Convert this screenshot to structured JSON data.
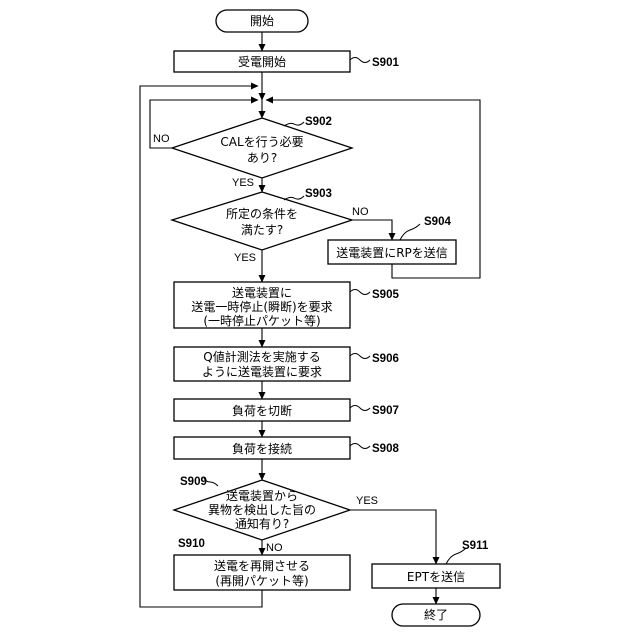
{
  "flowchart": {
    "start": "開始",
    "end": "終了",
    "steps": {
      "s901": {
        "id": "S901",
        "text": [
          "受電開始"
        ]
      },
      "s902": {
        "id": "S902",
        "text": [
          "CALを行う必要",
          "あり?"
        ]
      },
      "s903": {
        "id": "S903",
        "text": [
          "所定の条件を",
          "満たす?"
        ]
      },
      "s904": {
        "id": "S904",
        "text": [
          "送電装置にRPを送信"
        ]
      },
      "s905": {
        "id": "S905",
        "text": [
          "送電装置に",
          "送電一時停止(瞬断)を要求",
          "(一時停止パケット等)"
        ]
      },
      "s906": {
        "id": "S906",
        "text": [
          "Q値計測法を実施する",
          "ように送電装置に要求"
        ]
      },
      "s907": {
        "id": "S907",
        "text": [
          "負荷を切断"
        ]
      },
      "s908": {
        "id": "S908",
        "text": [
          "負荷を接続"
        ]
      },
      "s909": {
        "id": "S909",
        "text": [
          "送電装置から",
          "異物を検出した旨の",
          "通知有り?"
        ]
      },
      "s910": {
        "id": "S910",
        "text": [
          "送電を再開させる",
          "(再開パケット等)"
        ]
      },
      "s911": {
        "id": "S911",
        "text": [
          "EPTを送信"
        ]
      }
    },
    "branches": {
      "s902_no": "NO",
      "s902_yes": "YES",
      "s903_no": "NO",
      "s903_yes": "YES",
      "s909_yes": "YES",
      "s909_no": "NO"
    }
  }
}
